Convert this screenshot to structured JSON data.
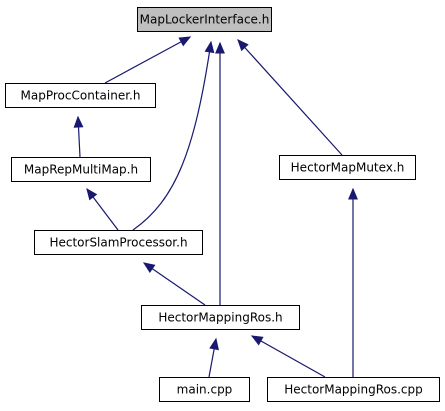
{
  "diagram": {
    "nodes": [
      {
        "id": "maplocker",
        "label": "MapLockerInterface.h",
        "current": true
      },
      {
        "id": "mapproc",
        "label": "MapProcContainer.h"
      },
      {
        "id": "maprep",
        "label": "MapRepMultiMap.h"
      },
      {
        "id": "slamproc",
        "label": "HectorSlamProcessor.h"
      },
      {
        "id": "mutex",
        "label": "HectorMapMutex.h"
      },
      {
        "id": "mappingros",
        "label": "HectorMappingRos.h"
      },
      {
        "id": "maincpp",
        "label": "main.cpp"
      },
      {
        "id": "mappingroscpp",
        "label": "HectorMappingRos.cpp"
      }
    ],
    "edges": [
      {
        "from": "mapproc",
        "to": "maplocker"
      },
      {
        "from": "slamproc",
        "to": "maplocker"
      },
      {
        "from": "mappingros",
        "to": "maplocker"
      },
      {
        "from": "mutex",
        "to": "maplocker"
      },
      {
        "from": "maprep",
        "to": "mapproc"
      },
      {
        "from": "slamproc",
        "to": "maprep"
      },
      {
        "from": "mappingros",
        "to": "slamproc"
      },
      {
        "from": "maincpp",
        "to": "mappingros"
      },
      {
        "from": "mappingroscpp",
        "to": "mappingros"
      },
      {
        "from": "mappingroscpp",
        "to": "mutex"
      }
    ],
    "colors": {
      "edge": "#191970",
      "current_node_fill": "#bfbfbf",
      "node_fill": "#ffffff",
      "node_border": "#000000"
    }
  }
}
